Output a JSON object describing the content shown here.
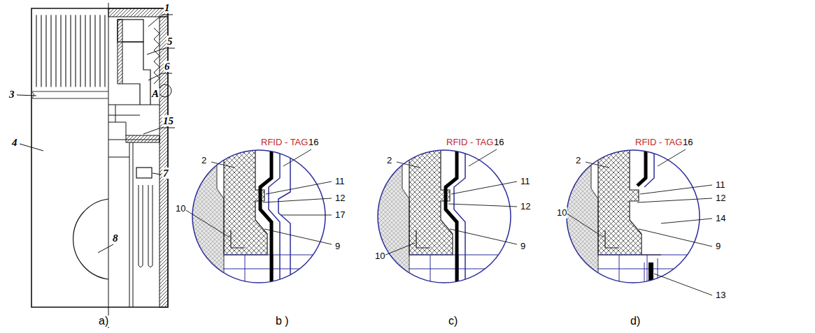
{
  "diagram": {
    "labels": [
      "1",
      "5",
      "6",
      "3",
      "A",
      "15",
      "4",
      "7",
      "8",
      "a)",
      "2",
      "RFID - TAG",
      "16",
      "11",
      "10",
      "12",
      "17",
      "9",
      "b )",
      "2",
      "RFID - TAG",
      "16",
      "11",
      "10",
      "12",
      "9",
      "c)",
      "2",
      "RFID - TAG",
      "16",
      "11",
      "12",
      "10",
      "14",
      "9",
      "13",
      "d)"
    ]
  }
}
